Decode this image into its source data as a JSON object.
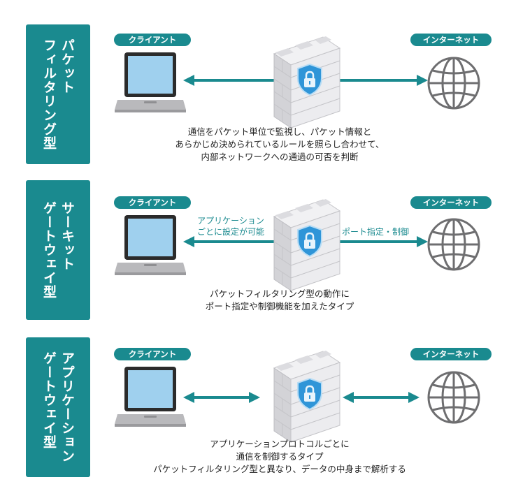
{
  "rows": [
    {
      "side_label": "パケット\nフィルタリング型",
      "client_label": "クライアント",
      "internet_label": "インターネット",
      "desc": [
        "通信をパケット単位で監視し、パケット情報と",
        "あらかじめ決められているルールを照らし合わせて、",
        "内部ネットワークへの通過の可否を判断"
      ]
    },
    {
      "side_label": "サーキット\nゲートウェイ型",
      "client_label": "クライアント",
      "internet_label": "インターネット",
      "left_arrow_label": [
        "アプリケーション",
        "ごとに設定が可能"
      ],
      "right_arrow_label": "ポート指定・制御",
      "desc": [
        "パケットフィルタリング型の動作に",
        "ポート指定や制御機能を加えたタイプ"
      ]
    },
    {
      "side_label": "アプリケーション\nゲートウェイ型",
      "client_label": "クライアント",
      "internet_label": "インターネット",
      "desc": [
        "アプリケーションプロトコルごとに",
        "通信を制御するタイプ",
        "パケットフィルタリング型と異なり、データの中身まで解析する"
      ]
    }
  ],
  "colors": {
    "teal": "#1a8a8f",
    "shield": "#2f95d8",
    "wall": "#e6e6e9",
    "laptop_screen": "#9fd0ee",
    "laptop_body": "#b9b9bc"
  },
  "icons": [
    "laptop-icon",
    "firewall-icon",
    "shield-lock-icon",
    "globe-icon",
    "double-arrow-icon"
  ]
}
